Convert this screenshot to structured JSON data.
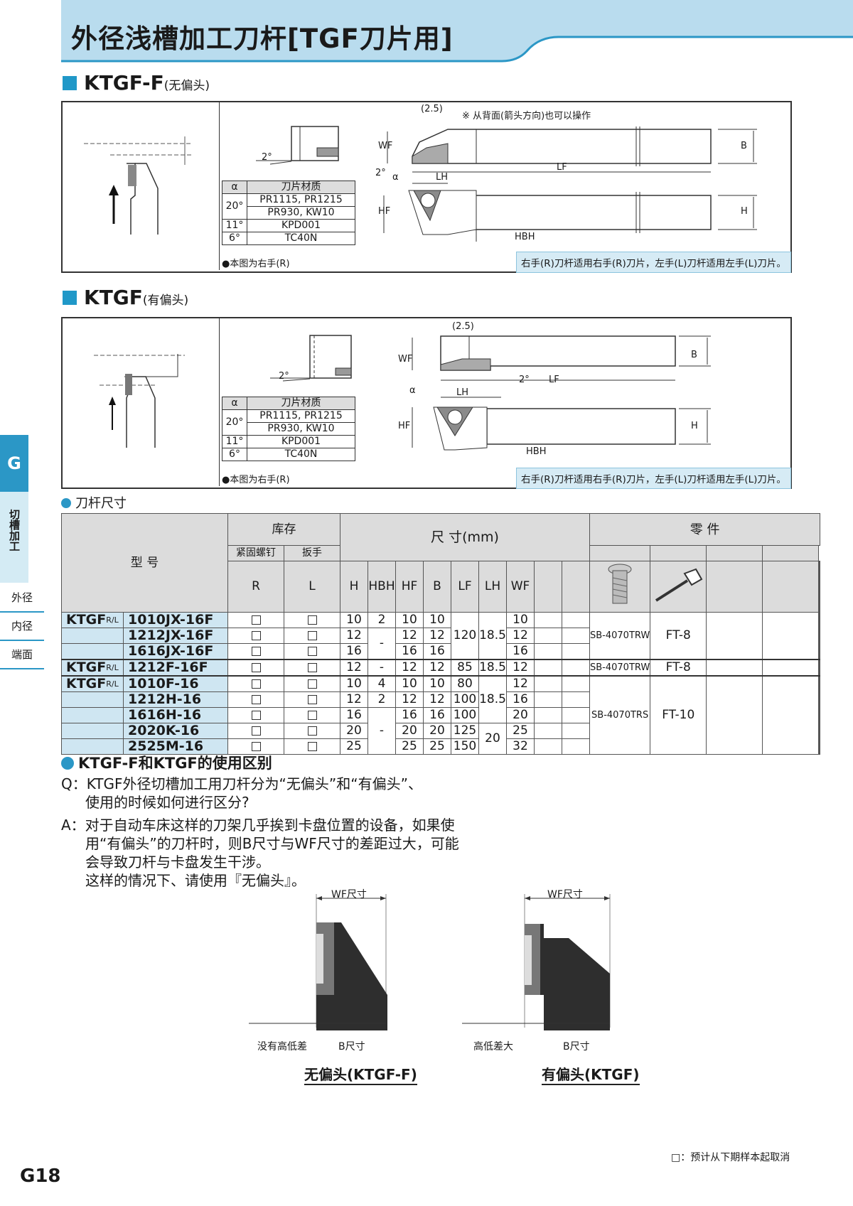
{
  "page_title": "外径浅槽加工刀杆[TGF刀片用]",
  "section1": {
    "title": "KTGF-F",
    "subtitle": "(无偏头)"
  },
  "section2": {
    "title": "KTGF",
    "subtitle": "(有偏头)"
  },
  "diagram": {
    "dim_25": "(2.5)",
    "back_note": "※ 从背面(箭头方向)也可以操作",
    "wf": "WF",
    "lf": "LF",
    "lh": "LH",
    "b": "B",
    "h": "H",
    "hf": "HF",
    "hbh": "HBH",
    "alpha": "α",
    "angle": "2°",
    "figure_note": "●本图为右手(R)",
    "hand_note": "右手(R)刀杆适用右手(R)刀片，左手(L)刀杆适用左手(L)刀片。"
  },
  "material_table": {
    "headers": [
      "α",
      "刀片材质"
    ],
    "rows": [
      [
        "20°",
        "PR1115, PR1215"
      ],
      [
        "",
        "PR930, KW10"
      ],
      [
        "11°",
        "KPD001"
      ],
      [
        "6°",
        "TC40N"
      ]
    ]
  },
  "side_tabs": {
    "letter": "G",
    "chapter": "切槽加工",
    "items": [
      "外径",
      "内径",
      "端面"
    ]
  },
  "holder_table": {
    "caption": "刀杆尺寸",
    "model_header": "型  号",
    "stock_header": "库存",
    "dims_header": "尺  寸(mm)",
    "parts_header": "零  件",
    "screw_header": "紧固螺钉",
    "wrench_header": "扳手",
    "columns": [
      "R",
      "L",
      "H",
      "HBH",
      "HF",
      "B",
      "LF",
      "LH",
      "WF"
    ],
    "series_label": "KTGF",
    "series_sup": "R/L",
    "rows": [
      {
        "model": "1010JX-16F",
        "H": "10",
        "HBH": "2",
        "HF": "10",
        "B": "10",
        "LF": "",
        "LH": "",
        "WF": "10"
      },
      {
        "model": "1212JX-16F",
        "H": "12",
        "HBH": "-",
        "HF": "12",
        "B": "12",
        "LF": "120",
        "LH": "18.5",
        "WF": "12"
      },
      {
        "model": "1616JX-16F",
        "H": "16",
        "HBH": "",
        "HF": "16",
        "B": "16",
        "LF": "",
        "LH": "",
        "WF": "16"
      },
      {
        "model": "1212F-16F",
        "H": "12",
        "HBH": "-",
        "HF": "12",
        "B": "12",
        "LF": "85",
        "LH": "18.5",
        "WF": "12"
      },
      {
        "model": "1010F-16",
        "H": "10",
        "HBH": "4",
        "HF": "10",
        "B": "10",
        "LF": "80",
        "LH": "",
        "WF": "12"
      },
      {
        "model": "1212H-16",
        "H": "12",
        "HBH": "2",
        "HF": "12",
        "B": "12",
        "LF": "100",
        "LH": "18.5",
        "WF": "16"
      },
      {
        "model": "1616H-16",
        "H": "16",
        "HBH": "",
        "HF": "16",
        "B": "16",
        "LF": "100",
        "LH": "",
        "WF": "20"
      },
      {
        "model": "2020K-16",
        "H": "20",
        "HBH": "-",
        "HF": "20",
        "B": "20",
        "LF": "125",
        "LH": "20",
        "WF": "25"
      },
      {
        "model": "2525M-16",
        "H": "25",
        "HBH": "",
        "HF": "25",
        "B": "25",
        "LF": "150",
        "LH": "",
        "WF": "32"
      }
    ],
    "parts": [
      {
        "screw": "SB-4070TRW",
        "wrench": "FT-8"
      },
      {
        "screw": "SB-4070TRW",
        "wrench": "FT-8"
      },
      {
        "screw": "SB-4070TRS",
        "wrench": "FT-10"
      }
    ]
  },
  "usage": {
    "title": "KTGF-F和KTGF的使用区别",
    "q_lines": [
      "Q：KTGF外径切槽加工用刀杆分为“无偏头”和“有偏头”、",
      "使用的时候如何进行区分?"
    ],
    "a_lines": [
      "A：对于自动车床这样的刀架几乎挨到卡盘位置的设备，如果使",
      "用“有偏头”的刀杆时，则B尺寸与WF尺寸的差距过大，可能",
      "会导致刀杆与卡盘发生干涉。",
      "这样的情况下、请使用『无偏头』。"
    ],
    "wf_label": "WF尺寸",
    "b_label": "B尺寸",
    "no_diff": "没有高低差",
    "big_diff": "高低差大",
    "caption_left": "无偏头(KTGF-F)",
    "caption_right": "有偏头(KTGF)"
  },
  "footer": {
    "legend": "□：预计从下期样本起取消",
    "page_no": "G18"
  }
}
